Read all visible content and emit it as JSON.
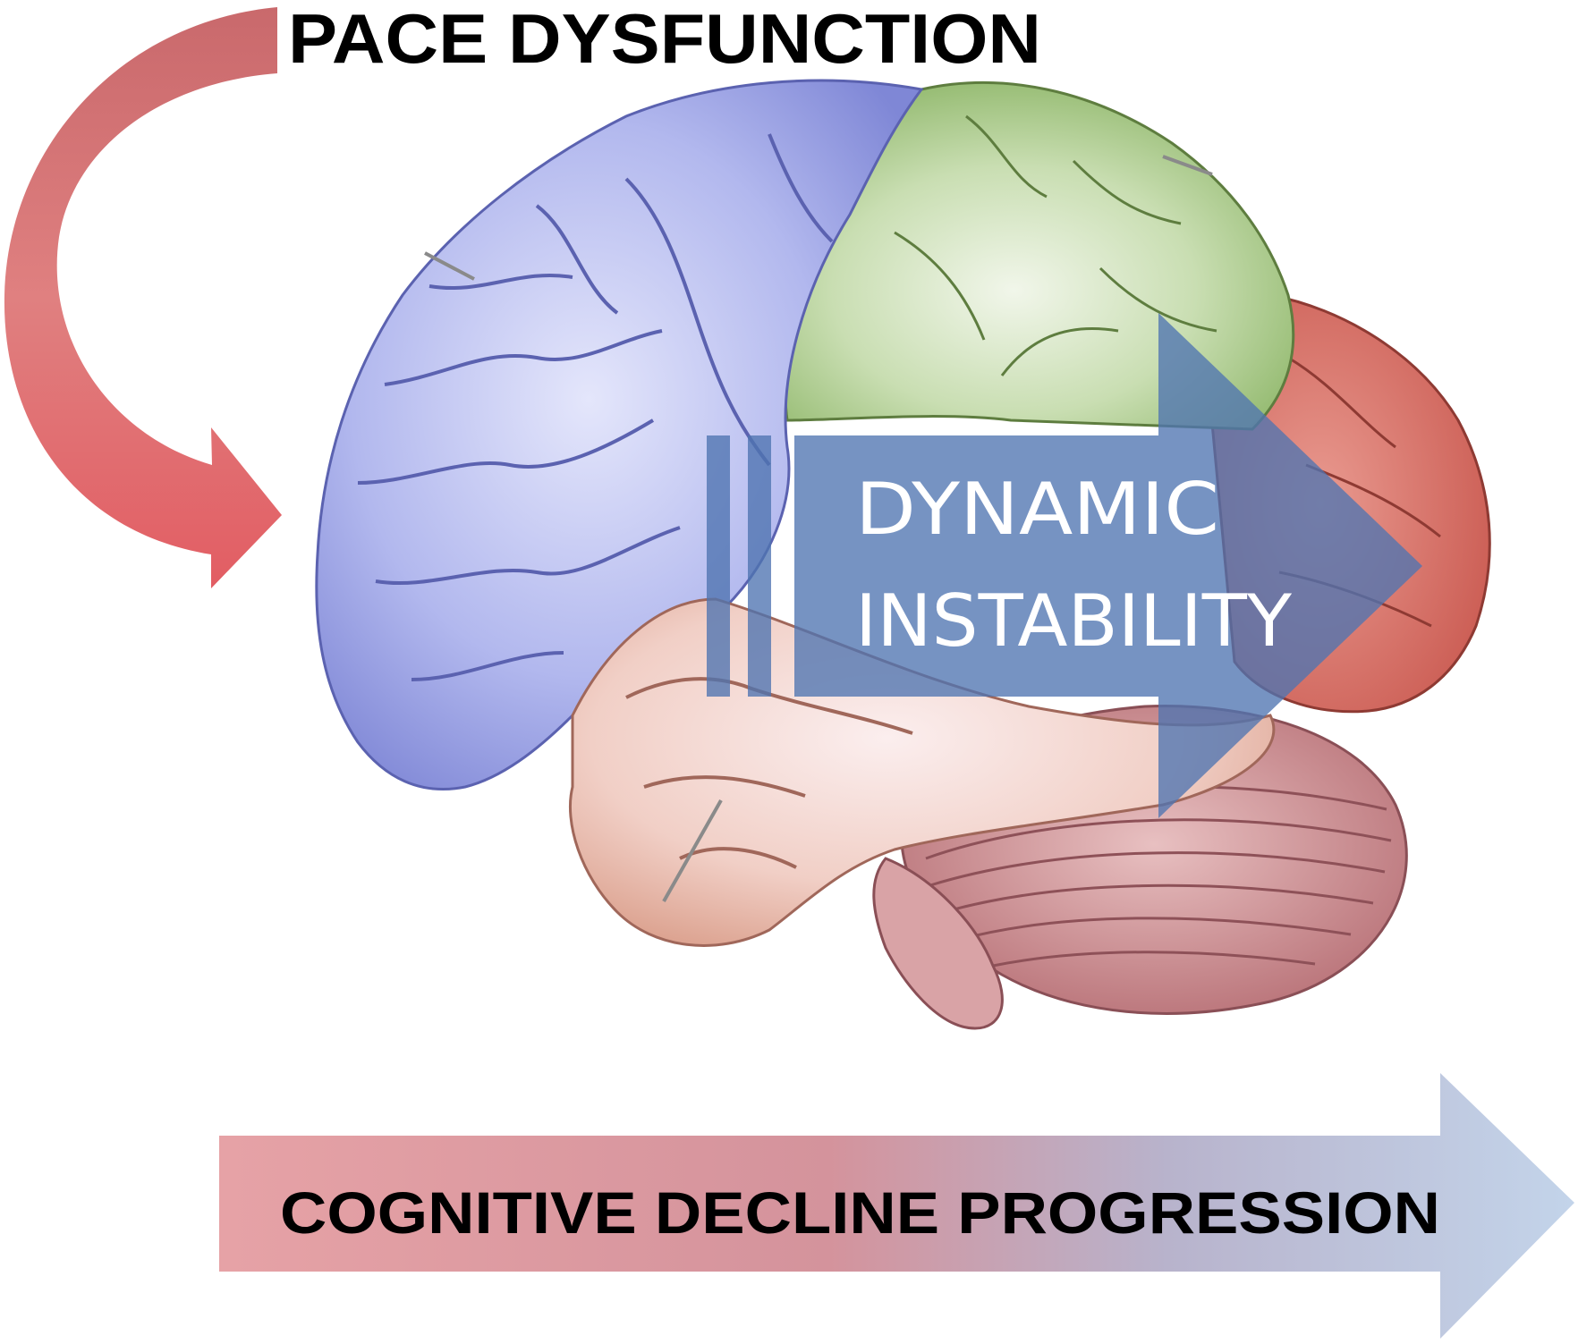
{
  "labels": {
    "top": "PACE DYSFUNCTION",
    "arrow_line1": "DYNAMIC",
    "arrow_line2": "INSTABILITY",
    "bottom": "COGNITIVE DECLINE PROGRESSION"
  },
  "colors": {
    "frontal_lobe": "#9aa3e6",
    "parietal_lobe": "#a9c98b",
    "occipital_lobe": "#d9706b",
    "temporal_lobe": "#f0c9c2",
    "cerebellum": "#c98a8e",
    "brainstem": "#d7a3a5",
    "curved_arrow": "#d9666a",
    "center_arrow": "#4f74b1",
    "progression_start": "#e29a9e",
    "progression_end": "#bfd0e6"
  },
  "icons": {
    "brain": "brain-illustration",
    "curved_arrow": "curved-arrow-icon",
    "center_arrow": "right-arrow-icon",
    "progression_arrow": "right-arrow-icon"
  }
}
